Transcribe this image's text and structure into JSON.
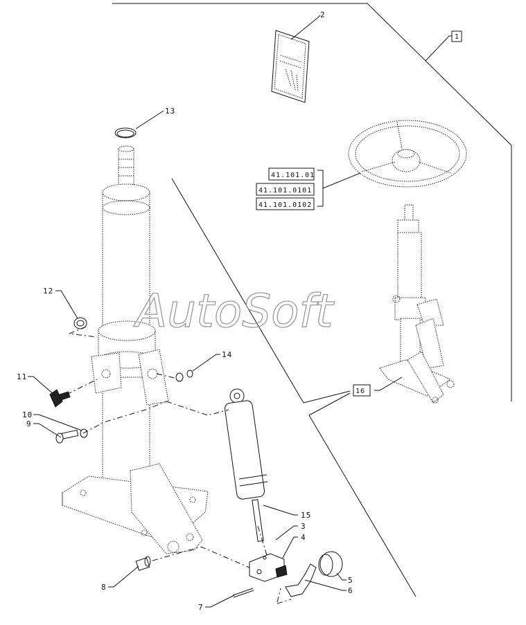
{
  "callouts": [
    "2",
    "13",
    "12",
    "11",
    "10",
    "9",
    "14",
    "8",
    "7",
    "15",
    "3",
    "4",
    "5",
    "6"
  ],
  "boxed_labels": {
    "assembly": "1",
    "sub_assembly": "16"
  },
  "reference_codes": [
    "41.101.01",
    "41.101.0101",
    "41.101.0102"
  ],
  "watermark": "AutoSoft"
}
